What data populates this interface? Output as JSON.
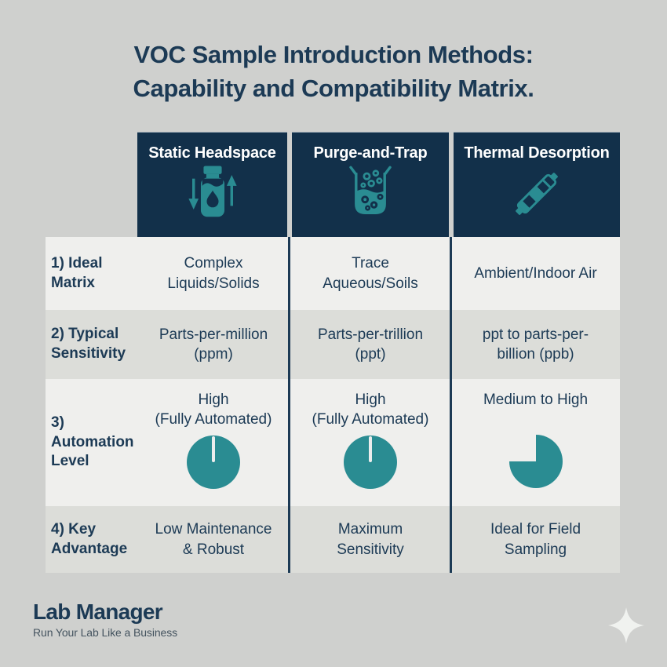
{
  "colors": {
    "page_bg": "#cfd0ce",
    "navy": "#12304a",
    "text_navy": "#1c3a55",
    "teal": "#2a8c92",
    "row_light": "#efefed",
    "row_dark": "#dcddd9",
    "white": "#ffffff"
  },
  "title": {
    "line1": "VOC Sample Introduction Methods:",
    "line2": "Capability and Compatibility Matrix."
  },
  "table": {
    "columns": [
      {
        "label": "Static Headspace",
        "icon": "headspace-vial-icon"
      },
      {
        "label": "Purge-and-Trap",
        "icon": "purge-trap-beaker-icon"
      },
      {
        "label": "Thermal Desorption",
        "icon": "thermal-desorption-tube-icon"
      }
    ],
    "rows": [
      {
        "label": "1) Ideal\nMatrix",
        "cells": [
          "Complex\nLiquids/Solids",
          "Trace\nAqueous/Soils",
          "Ambient/Indoor Air"
        ]
      },
      {
        "label": "2) Typical\nSensitivity",
        "cells": [
          "Parts-per-million\n(ppm)",
          "Parts-per-trillion\n(ppt)",
          "ppt to parts-per-\nbillion (ppb)"
        ]
      },
      {
        "label": "3)\nAutomation\nLevel",
        "cells": [
          "High\n(Fully Automated)",
          "High\n(Fully Automated)",
          "Medium to High"
        ],
        "pies": [
          100,
          100,
          75
        ]
      },
      {
        "label": "4) Key\nAdvantage",
        "cells": [
          "Low Maintenance\n& Robust",
          "Maximum\nSensitivity",
          "Ideal for Field\nSampling"
        ]
      }
    ]
  },
  "footer": {
    "logo": "Lab Manager",
    "tagline": "Run Your Lab Like a Business",
    "sparkle_icon": "sparkle-icon"
  }
}
